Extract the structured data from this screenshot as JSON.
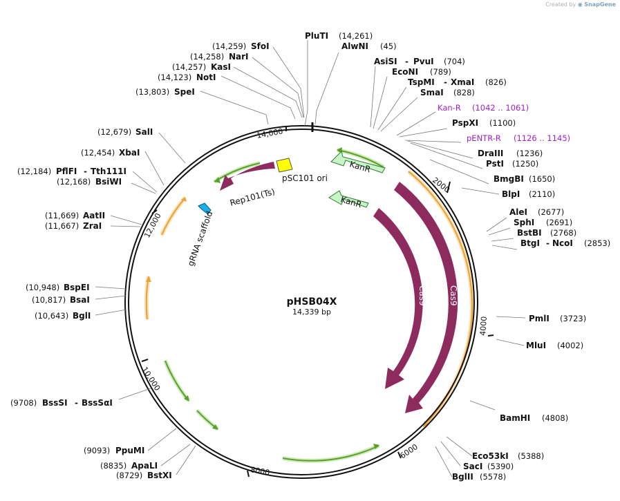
{
  "credit": {
    "prefix": "Created by",
    "brand": "SnapGene"
  },
  "plasmid": {
    "name": "pHSB04X",
    "size": "14,339 bp"
  },
  "ticks": [
    "2000",
    "4000",
    "6000",
    "8000",
    "10,000",
    "12,000",
    "14,000"
  ],
  "features": {
    "kanr_outer": "KanR",
    "kanr_inner": "KanR",
    "cas9_outer": "Cas9",
    "cas9_inner": "Cas9",
    "rep101": "Rep101(Ts)",
    "psc101": "pSC101 ori",
    "grna": "gRNA scaffold"
  },
  "sites": [
    {
      "name": "PluTI",
      "pos": "(14,261)"
    },
    {
      "name": "AlwNI",
      "pos": "(45)"
    },
    {
      "name": "AsiSI",
      "name2": "PvuI",
      "pos": "(704)"
    },
    {
      "name": "EcoNI",
      "pos": "(789)"
    },
    {
      "name": "TspMI",
      "name2": "XmaI",
      "pos": "(826)"
    },
    {
      "name": "SmaI",
      "pos": "(828)"
    },
    {
      "name": "Kan-R",
      "pos": "(1042 .. 1061)",
      "color": "#a020c8"
    },
    {
      "name": "PspXI",
      "pos": "(1100)"
    },
    {
      "name": "pENTR-R",
      "pos": "(1126 .. 1145)",
      "color": "#a020c8"
    },
    {
      "name": "DraIII",
      "pos": "(1236)"
    },
    {
      "name": "PstI",
      "pos": "(1250)"
    },
    {
      "name": "BmgBI",
      "pos": "(1650)"
    },
    {
      "name": "BlpI",
      "pos": "(2110)"
    },
    {
      "name": "AleI",
      "pos": "(2677)"
    },
    {
      "name": "SphI",
      "pos": "(2691)"
    },
    {
      "name": "BstBI",
      "pos": "(2768)"
    },
    {
      "name": "BtgI",
      "name2": "NcoI",
      "pos": "(2853)"
    },
    {
      "name": "PmlI",
      "pos": "(3723)"
    },
    {
      "name": "MluI",
      "pos": "(4002)"
    },
    {
      "name": "BamHI",
      "pos": "(4808)"
    },
    {
      "name": "Eco53kI",
      "pos": "(5388)"
    },
    {
      "name": "SacI",
      "pos": "(5390)"
    },
    {
      "name": "BglII",
      "pos": "(5578)"
    },
    {
      "name": "BstXI",
      "pos": "(8729)"
    },
    {
      "name": "ApaLI",
      "pos": "(8835)"
    },
    {
      "name": "PpuMI",
      "pos": "(9093)"
    },
    {
      "name": "BssSI",
      "name2": "BssSαI",
      "pos": "(9708)"
    },
    {
      "name": "BglI",
      "pos": "(10,643)"
    },
    {
      "name": "BsaI",
      "pos": "(10,817)"
    },
    {
      "name": "BspEI",
      "pos": "(10,948)"
    },
    {
      "name": "ZraI",
      "pos": "(11,667)"
    },
    {
      "name": "AatII",
      "pos": "(11,669)"
    },
    {
      "name": "BsiWI",
      "pos": "(12,168)"
    },
    {
      "name": "PflFI",
      "name2": "Tth111I",
      "pos": "(12,184)"
    },
    {
      "name": "XbaI",
      "pos": "(12,454)"
    },
    {
      "name": "SalI",
      "pos": "(12,679)"
    },
    {
      "name": "SpeI",
      "pos": "(13,803)"
    },
    {
      "name": "NotI",
      "pos": "(14,123)"
    },
    {
      "name": "KasI",
      "pos": "(14,257)"
    },
    {
      "name": "NarI",
      "pos": "(14,258)"
    },
    {
      "name": "SfoI",
      "pos": "(14,259)"
    }
  ],
  "colors": {
    "cas9": "#8e2b5e",
    "kanr_fill": "#c8f5c8",
    "green_arc": "#5aa02c",
    "orange_arc": "#e6a23c",
    "grna": "#1ab0e8",
    "ori": "#ffff00",
    "primer": "#a020c8"
  }
}
